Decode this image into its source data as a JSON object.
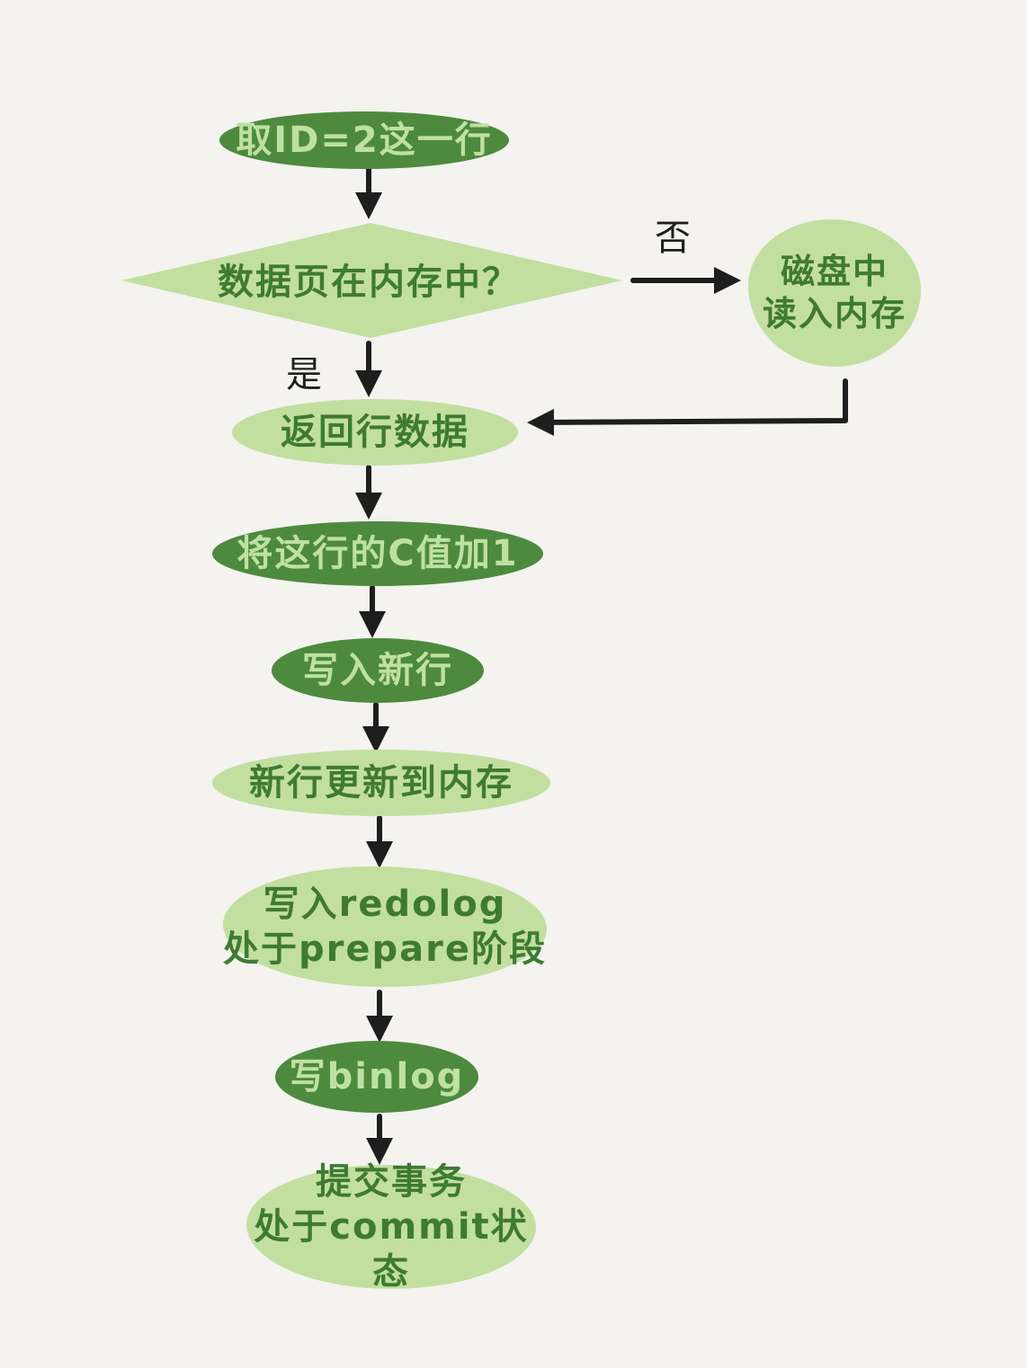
{
  "flow": {
    "fetch_row": "取ID=2这一行",
    "in_memory_question": "数据页在内存中？",
    "no_label": "否",
    "yes_label": "是",
    "disk_read": {
      "line1": "磁盘中",
      "line2": "读入内存"
    },
    "return_row": "返回行数据",
    "increment_c": "将这行的C值加1",
    "write_new_row": "写入新行",
    "update_memory": "新行更新到内存",
    "write_redolog": {
      "line1": "写入redolog",
      "line2": "处于prepare阶段"
    },
    "write_binlog": "写binlog",
    "commit": {
      "line1": "提交事务",
      "line2": "处于commit状态"
    }
  },
  "colors": {
    "dark_node": "#4d8a3e",
    "light_node": "#c2dfa0",
    "arrow": "#1e1e1e",
    "background": "#f4f3ef"
  }
}
